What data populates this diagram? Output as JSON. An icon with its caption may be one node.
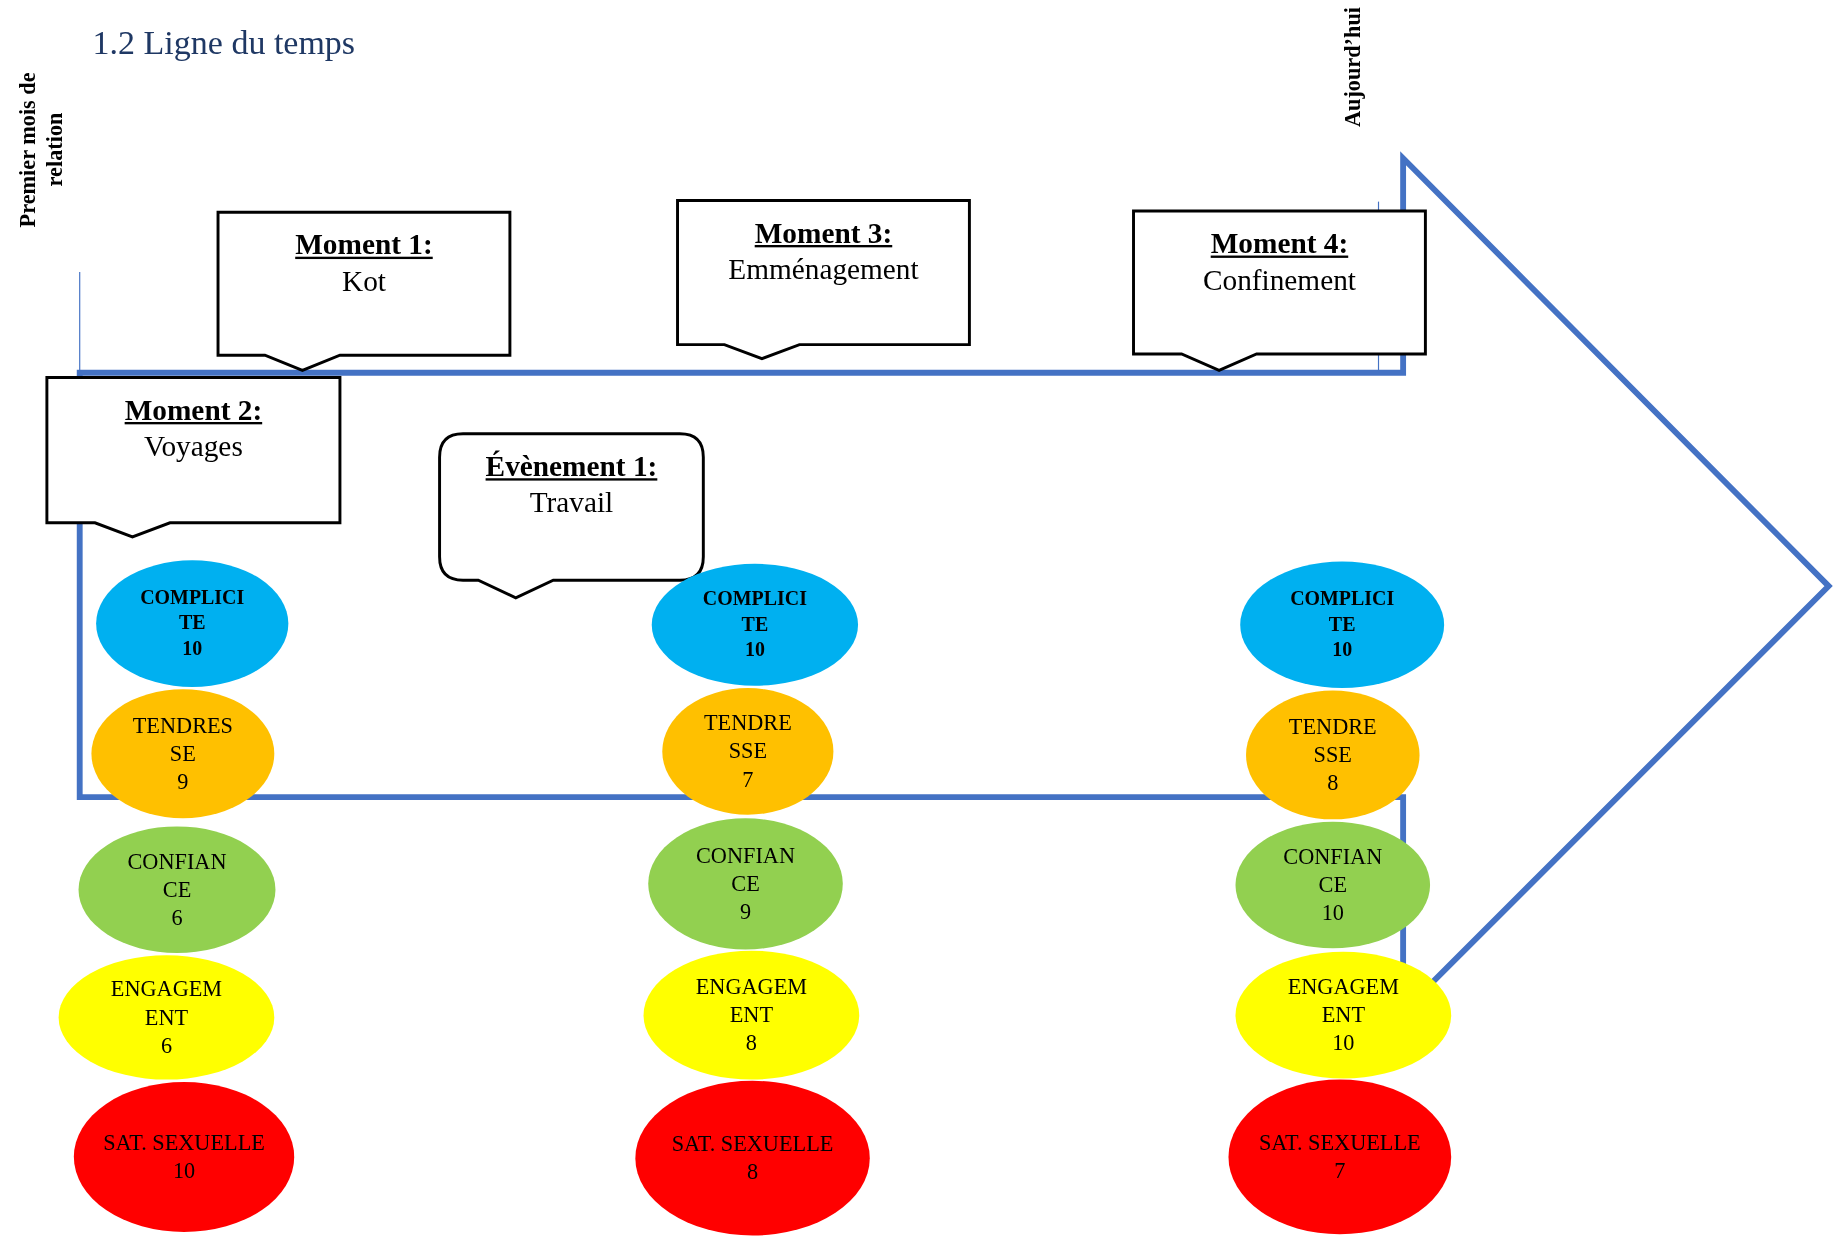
{
  "diagram": {
    "title": "1.2 Ligne du temps",
    "nodes": [
      {
        "text": [
          "Moment 1:",
          "Kot"
        ]
      },
      {
        "text": [
          "Moment 3:",
          "Emménagement"
        ]
      },
      {
        "text": [
          "Moment 4:",
          "Confinement"
        ]
      },
      {
        "text": [
          "Moment 2:",
          "Voyages"
        ]
      },
      {
        "text": [
          "Évènement 1:",
          "Travail"
        ]
      },
      {
        "text": [
          "COMPLICITE",
          "10"
        ]
      },
      {
        "text": [
          "TENDRESSE",
          "9"
        ]
      },
      {
        "text": [
          "CONFIANCE",
          "6"
        ]
      },
      {
        "text": [
          "ENGAGEMENT",
          "6"
        ]
      },
      {
        "text": [
          "SAT. SEXUELLE",
          "10"
        ]
      },
      {
        "text": [
          "COMPLICITE",
          "10"
        ]
      },
      {
        "text": [
          "TENDRESSE",
          "7"
        ]
      },
      {
        "text": [
          "CONFIANCE",
          "9"
        ]
      },
      {
        "text": [
          "ENGAGEMENT",
          "8"
        ]
      },
      {
        "text": [
          "SAT. SEXUELLE",
          "8"
        ]
      },
      {
        "text": [
          "COMPLICITE",
          "10"
        ]
      },
      {
        "text": [
          "TENDRESSE",
          "8"
        ]
      },
      {
        "text": [
          "CONFIANCE",
          "10"
        ]
      },
      {
        "text": [
          "ENGAGEMENT",
          "10"
        ]
      },
      {
        "text": [
          "SAT. SEXUELLE",
          "7"
        ]
      }
    ],
    "labels": [
      "Premier mois de relation",
      "Aujourd’hui"
    ]
  }
}
